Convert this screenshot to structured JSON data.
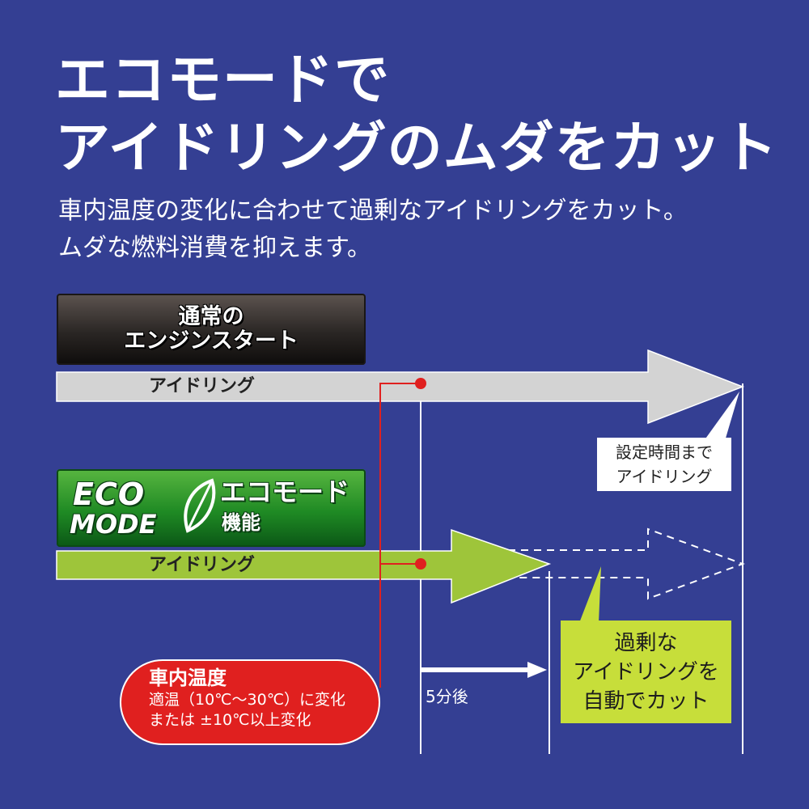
{
  "headline": {
    "line1": "エコモードで",
    "line2": "アイドリングのムダをカット"
  },
  "subtext": {
    "line1": "車内温度の変化に合わせて過剰なアイドリングをカット。",
    "line2": "ムダな燃料消費を抑えます。"
  },
  "normal": {
    "title_line1": "通常の",
    "title_line2": "エンジンスタート",
    "bar_label": "アイドリング"
  },
  "eco": {
    "logo_line1": "ECO",
    "logo_line2": "MODE",
    "title": "エコモード",
    "subtitle": "機能",
    "bar_label": "アイドリング"
  },
  "callouts": {
    "normal_line1": "設定時間まで",
    "normal_line2": "アイドリング",
    "eco_line1": "過剰な",
    "eco_line2": "アイドリングを",
    "eco_line3": "自動でカット"
  },
  "temperature": {
    "title": "車内温度",
    "line1": "適温（10℃〜30℃）に変化",
    "line2": "または ±10℃以上変化"
  },
  "timing": {
    "after_label": "5分後"
  },
  "colors": {
    "background": "#343f93",
    "normal_bar": "#d3d3d3",
    "eco_bar": "#9ec53a",
    "eco_callout": "#c7de3a",
    "trigger_red": "#e0201f",
    "trigger_line": "#e0201f"
  }
}
